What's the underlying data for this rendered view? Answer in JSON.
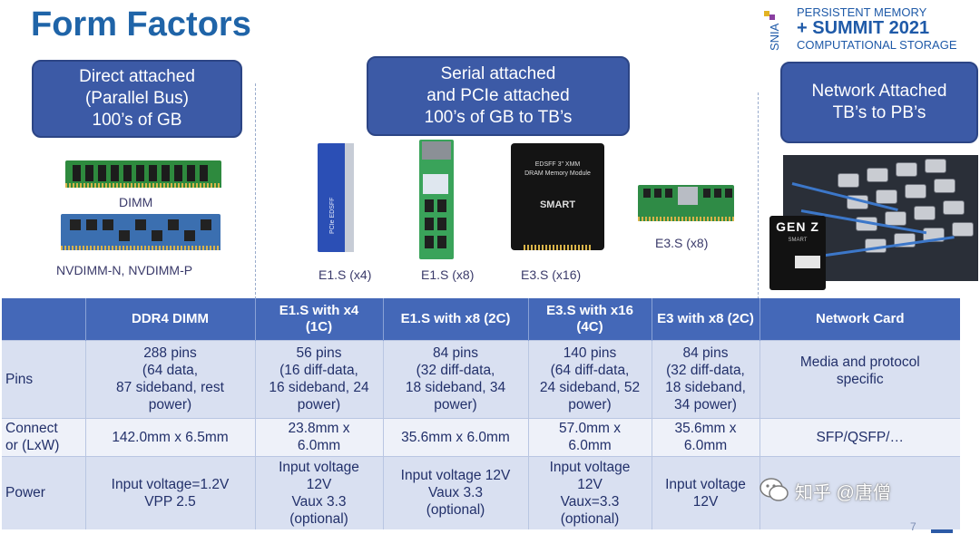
{
  "title": "Form Factors",
  "logo": {
    "snia": "SNIA",
    "line1": "PERSISTENT MEMORY",
    "line2": "+ SUMMIT 2021",
    "line3": "COMPUTATIONAL STORAGE"
  },
  "categories": [
    {
      "line1": "Direct attached",
      "line2": "(Parallel Bus)",
      "line3": "100’s of GB"
    },
    {
      "line1": "Serial attached",
      "line2": "and PCIe attached",
      "line3": "100’s of GB to TB’s"
    },
    {
      "line1": "Network Attached",
      "line2": "TB’s to PB’s"
    }
  ],
  "captions": {
    "dimm": "DIMM",
    "nvdimm": "NVDIMM-N, NVDIMM-P",
    "e1s_x4": "E1.S (x4)",
    "e1s_x8": "E1.S (x8)",
    "e3s_x16": "E3.S (x16)",
    "e3s_x8": "E3.S (x8)"
  },
  "device_labels": {
    "e1s_x4": "PCIe EDSFF",
    "e3s_x16_line1": "EDSFF 3\" XMM",
    "e3s_x16_line2": "DRAM Memory Module",
    "e3s_x16_brand": "SMART",
    "genz_title": "GEN Z",
    "genz_sub": "SMART"
  },
  "table": {
    "headers": [
      "",
      "DDR4 DIMM",
      "E1.S with x4\n(1C)",
      "E1.S with x8 (2C)",
      "E3.S with x16\n(4C)",
      "E3 with x8 (2C)",
      "Network Card"
    ],
    "rows": [
      {
        "label": "Pins",
        "cells": [
          "288 pins\n(64 data,\n87 sideband, rest\npower)",
          "56 pins\n(16 diff-data,\n16 sideband, 24\npower)",
          "84 pins\n(32 diff-data,\n18 sideband, 34\npower)",
          "140 pins\n(64 diff-data,\n24 sideband, 52\npower)",
          "84 pins\n(32 diff-data,\n18 sideband,\n34 power)",
          "Media and protocol\nspecific"
        ]
      },
      {
        "label": "Connect\nor (LxW)",
        "cells": [
          "142.0mm x 6.5mm",
          "23.8mm x\n6.0mm",
          "35.6mm x 6.0mm",
          "57.0mm x\n6.0mm",
          "35.6mm x\n6.0mm",
          "SFP/QSFP/…"
        ]
      },
      {
        "label": "Power",
        "cells": [
          "Input voltage=1.2V\nVPP 2.5",
          "Input voltage\n12V\nVaux 3.3\n(optional)",
          "Input voltage 12V\nVaux 3.3\n(optional)",
          "Input voltage\n12V\nVaux=3.3\n(optional)",
          "Input voltage\n12V",
          ""
        ]
      }
    ]
  },
  "watermark": "知乎 @唐僧",
  "page_number": "7",
  "colors": {
    "title": "#1f64a8",
    "category_box": "#3c5aa6",
    "table_header": "#4468b8",
    "table_row_dark": "#d9e0f1",
    "table_row_light": "#eef1f9"
  }
}
